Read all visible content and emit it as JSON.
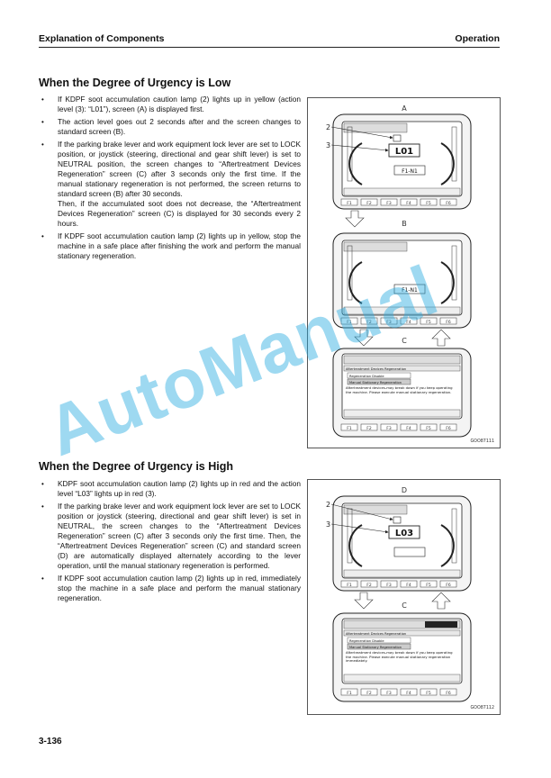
{
  "header": {
    "left": "Explanation of Components",
    "right": "Operation"
  },
  "low": {
    "title": "When the Degree of Urgency is Low",
    "bullets": [
      "If KDPF soot accumulation caution lamp (2) lights up in yellow (action level (3): “L01”), screen (A) is displayed first.",
      "The action level goes out 2 seconds after and the screen changes to standard screen (B).",
      "If the parking brake lever and work equipment lock lever are set to LOCK position, or joystick (steering, directional and gear shift lever) is set to NEUTRAL position, the screen changes to “Aftertreatment Devices Regeneration” screen (C) after 3 seconds only the first time. If the manual stationary regeneration is not performed, the screen returns to standard screen (B) after 30 seconds.",
      "If KDPF soot accumulation caution lamp (2) lights up in yellow, stop the machine in a safe place after finishing the work and perform the manual stationary regeneration."
    ],
    "bullet3_cont": "Then, if the accumulated soot does not decrease, the “Aftertreatment Devices Regeneration” screen (C) is displayed for 30 seconds every 2 hours."
  },
  "high": {
    "title": "When the Degree of Urgency is High",
    "bullets": [
      "KDPF soot accumulation caution lamp (2) lights up in red and the action level “L03” lights up in red (3).",
      "If the parking brake lever and work equipment lock lever are set to LOCK position or joystick (steering, directional and gear shift lever) is set in NEUTRAL, the screen changes to the “Aftertreatment Devices Regeneration” screen (C) after 3 seconds only the first time. Then, the “Aftertreatment Devices Regeneration” screen (C) and standard screen (D) are automatically displayed alternately according to the lever operation, until the manual stationary regeneration is performed.",
      "If KDPF soot accumulation caution lamp (2) lights up in red, immediately stop the machine in a safe place and perform the manual stationary regeneration."
    ]
  },
  "figure1": {
    "label_a": "A",
    "label_b": "B",
    "label_c": "C",
    "callout_2": "2",
    "callout_3": "3",
    "level_text": "L01",
    "gear_text": "F1-N1",
    "screen_c_title": "Aftertreatment Devices Regeneration",
    "menu_item_1": "Regeneration Disable",
    "menu_item_2": "Manual Stationary Regeneration",
    "screen_c_message": "Aftertreatment devices-may break down if you keep operating the machine. Please execute manual stationary regeneration.",
    "fkeys": [
      "F1",
      "F2",
      "F3",
      "F4",
      "F5",
      "F6"
    ],
    "code": "GOO87111"
  },
  "figure2": {
    "label_d": "D",
    "label_c": "C",
    "callout_2": "2",
    "callout_3": "3",
    "level_text": "L03",
    "screen_c_title": "Aftertreatment Devices Regeneration",
    "menu_item_1": "Regeneration Disable",
    "menu_item_2": "Manual Stationary Regeneration",
    "screen_c_message": "Aftertreatment devices-may break down if you keep operating the machine. Please execute manual stationary regeneration immediately.",
    "fkeys": [
      "F1",
      "F2",
      "F3",
      "F4",
      "F5",
      "F6"
    ],
    "code": "GOO87112"
  },
  "page_number": "3-136",
  "watermark": "AutoManual"
}
